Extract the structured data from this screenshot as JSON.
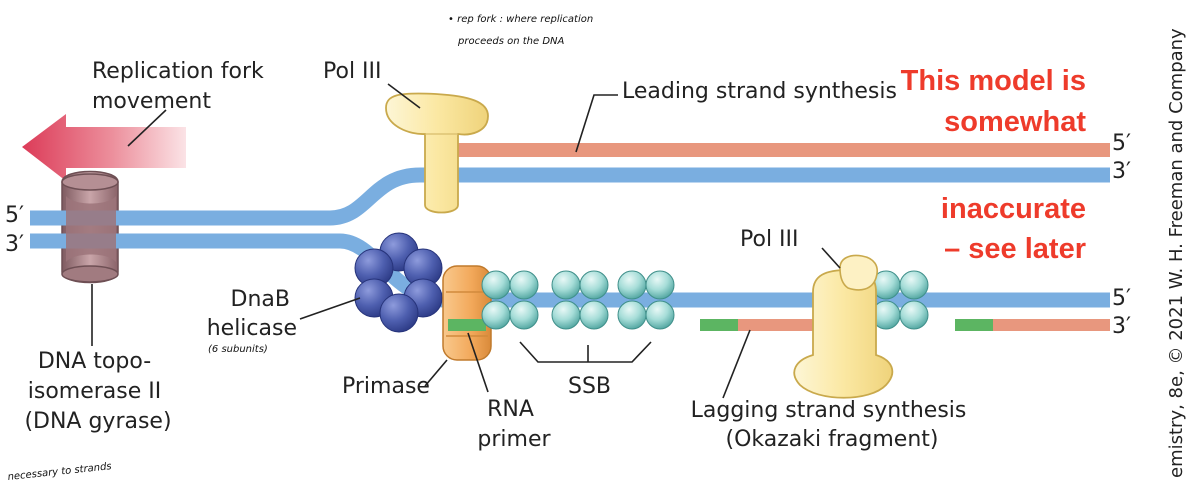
{
  "labels": {
    "replication_fork": [
      "Replication fork",
      "movement"
    ],
    "pol_iii_top": "Pol III",
    "leading_strand": "Leading strand synthesis",
    "end_5_top_right": "5′",
    "end_3_top_right": "3′",
    "end_5_left": "5′",
    "end_3_left": "3′",
    "pol_iii_bottom": "Pol III",
    "dnab": [
      "DnaB",
      "helicase"
    ],
    "end_5_bottom_right": "5′",
    "end_3_bottom_right": "3′",
    "dna_topo": [
      "DNA topo-",
      "isomerase II",
      "(DNA gyrase)"
    ],
    "primase": "Primase",
    "rna_primer": [
      "RNA",
      "primer"
    ],
    "ssb": "SSB",
    "lagging_strand": [
      "Lagging strand synthesis",
      "(Okazaki fragment)"
    ],
    "credit": "emistry, 8e, © 2021 W. H. Freeman and Company"
  },
  "annotation": {
    "lines": [
      "This model is",
      "somewhat",
      "inaccurate",
      "– see later"
    ]
  },
  "handwriting": {
    "rep_fork_note": [
      "• rep fork : where replication",
      "proceeds on the DNA"
    ],
    "helicase_note": "(6 subunits)",
    "bottom_note": "necessary to   strands"
  },
  "colors": {
    "dna_strand": "#7aaee0",
    "new_strand": "#e8977e",
    "rna_primer": "#5cb562",
    "polymerase": "#fbe9a8",
    "helicase": "#4e5faf",
    "primase": "#f2a85a",
    "ssb": "#7ec9c3",
    "gyrase": "#a77f84",
    "fork_arrow": "#dc3b58",
    "annotation_red": "#ee3b2b"
  }
}
